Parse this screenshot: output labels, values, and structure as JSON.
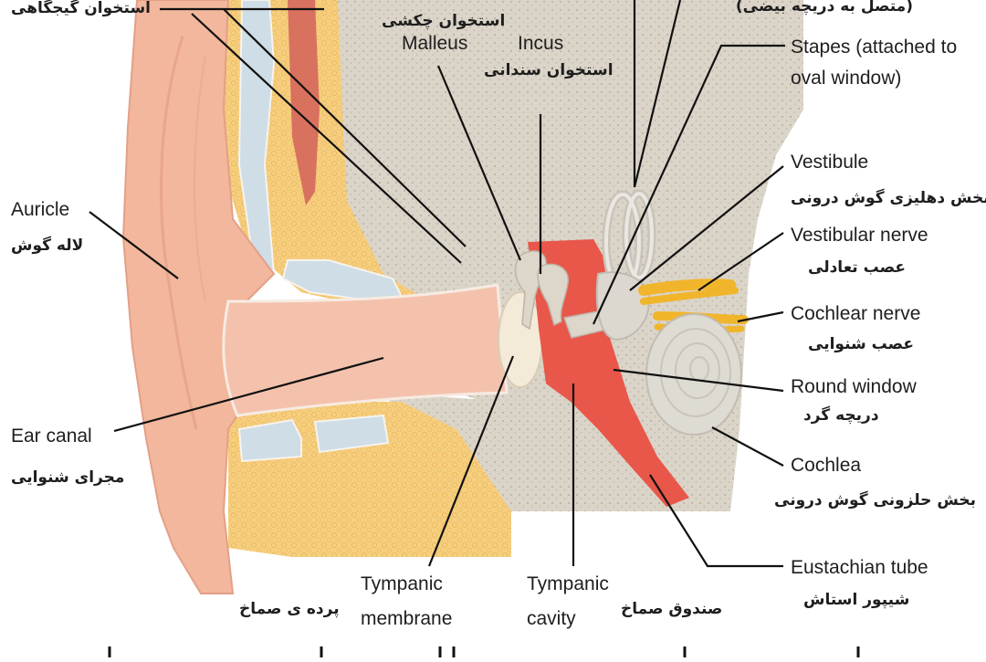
{
  "diagram": {
    "labels": {
      "top_left_fa": "استخوان گیجگاهی",
      "top_right_fa": "(متصل به دریچه بیضی)",
      "malleus_fa": "استخوان چکشی",
      "malleus_en": "Malleus",
      "incus_en": "Incus",
      "incus_fa": "استخوان سندانی",
      "stapes_en_1": "Stapes (attached to",
      "stapes_en_2": "oval window)",
      "vestibule_en": "Vestibule",
      "vestibule_fa": "بخش دهلیزی گوش درونی",
      "vestibular_nerve_en": "Vestibular nerve",
      "vestibular_nerve_fa": "عصب تعادلی",
      "cochlear_nerve_en": "Cochlear nerve",
      "cochlear_nerve_fa": "عصب شنوایی",
      "round_window_en": "Round window",
      "round_window_fa": "دریچه گرد",
      "cochlea_en": "Cochlea",
      "cochlea_fa": "بخش حلزونی گوش درونی",
      "eustachian_en": "Eustachian tube",
      "eustachian_fa": "شیپور استاش",
      "auricle_en": "Auricle",
      "auricle_fa": "لاله گوش",
      "ear_canal_en": "Ear canal",
      "ear_canal_fa": "مجرای شنوایی",
      "tympanic_membrane_en_1": "Tympanic",
      "tympanic_membrane_en_2": "membrane",
      "tympanic_membrane_fa": "پرده ی صماخ",
      "tympanic_cavity_en_1": "Tympanic",
      "tympanic_cavity_en_2": "cavity",
      "tympanic_cavity_fa": "صندوق صماخ"
    },
    "colors": {
      "skin": "#f2b79c",
      "skin_light": "#f7cdb6",
      "canal": "#f4c2ac",
      "bone": "#d9d2c6",
      "fat": "#f6cf7e",
      "cartilage": "#cfdde6",
      "middle_ear": "#e8574a",
      "ossicle": "#ddd6cb",
      "nerve": "#f1b52c",
      "cochlea": "#dedbd3",
      "membrane": "#f4ead8"
    }
  }
}
